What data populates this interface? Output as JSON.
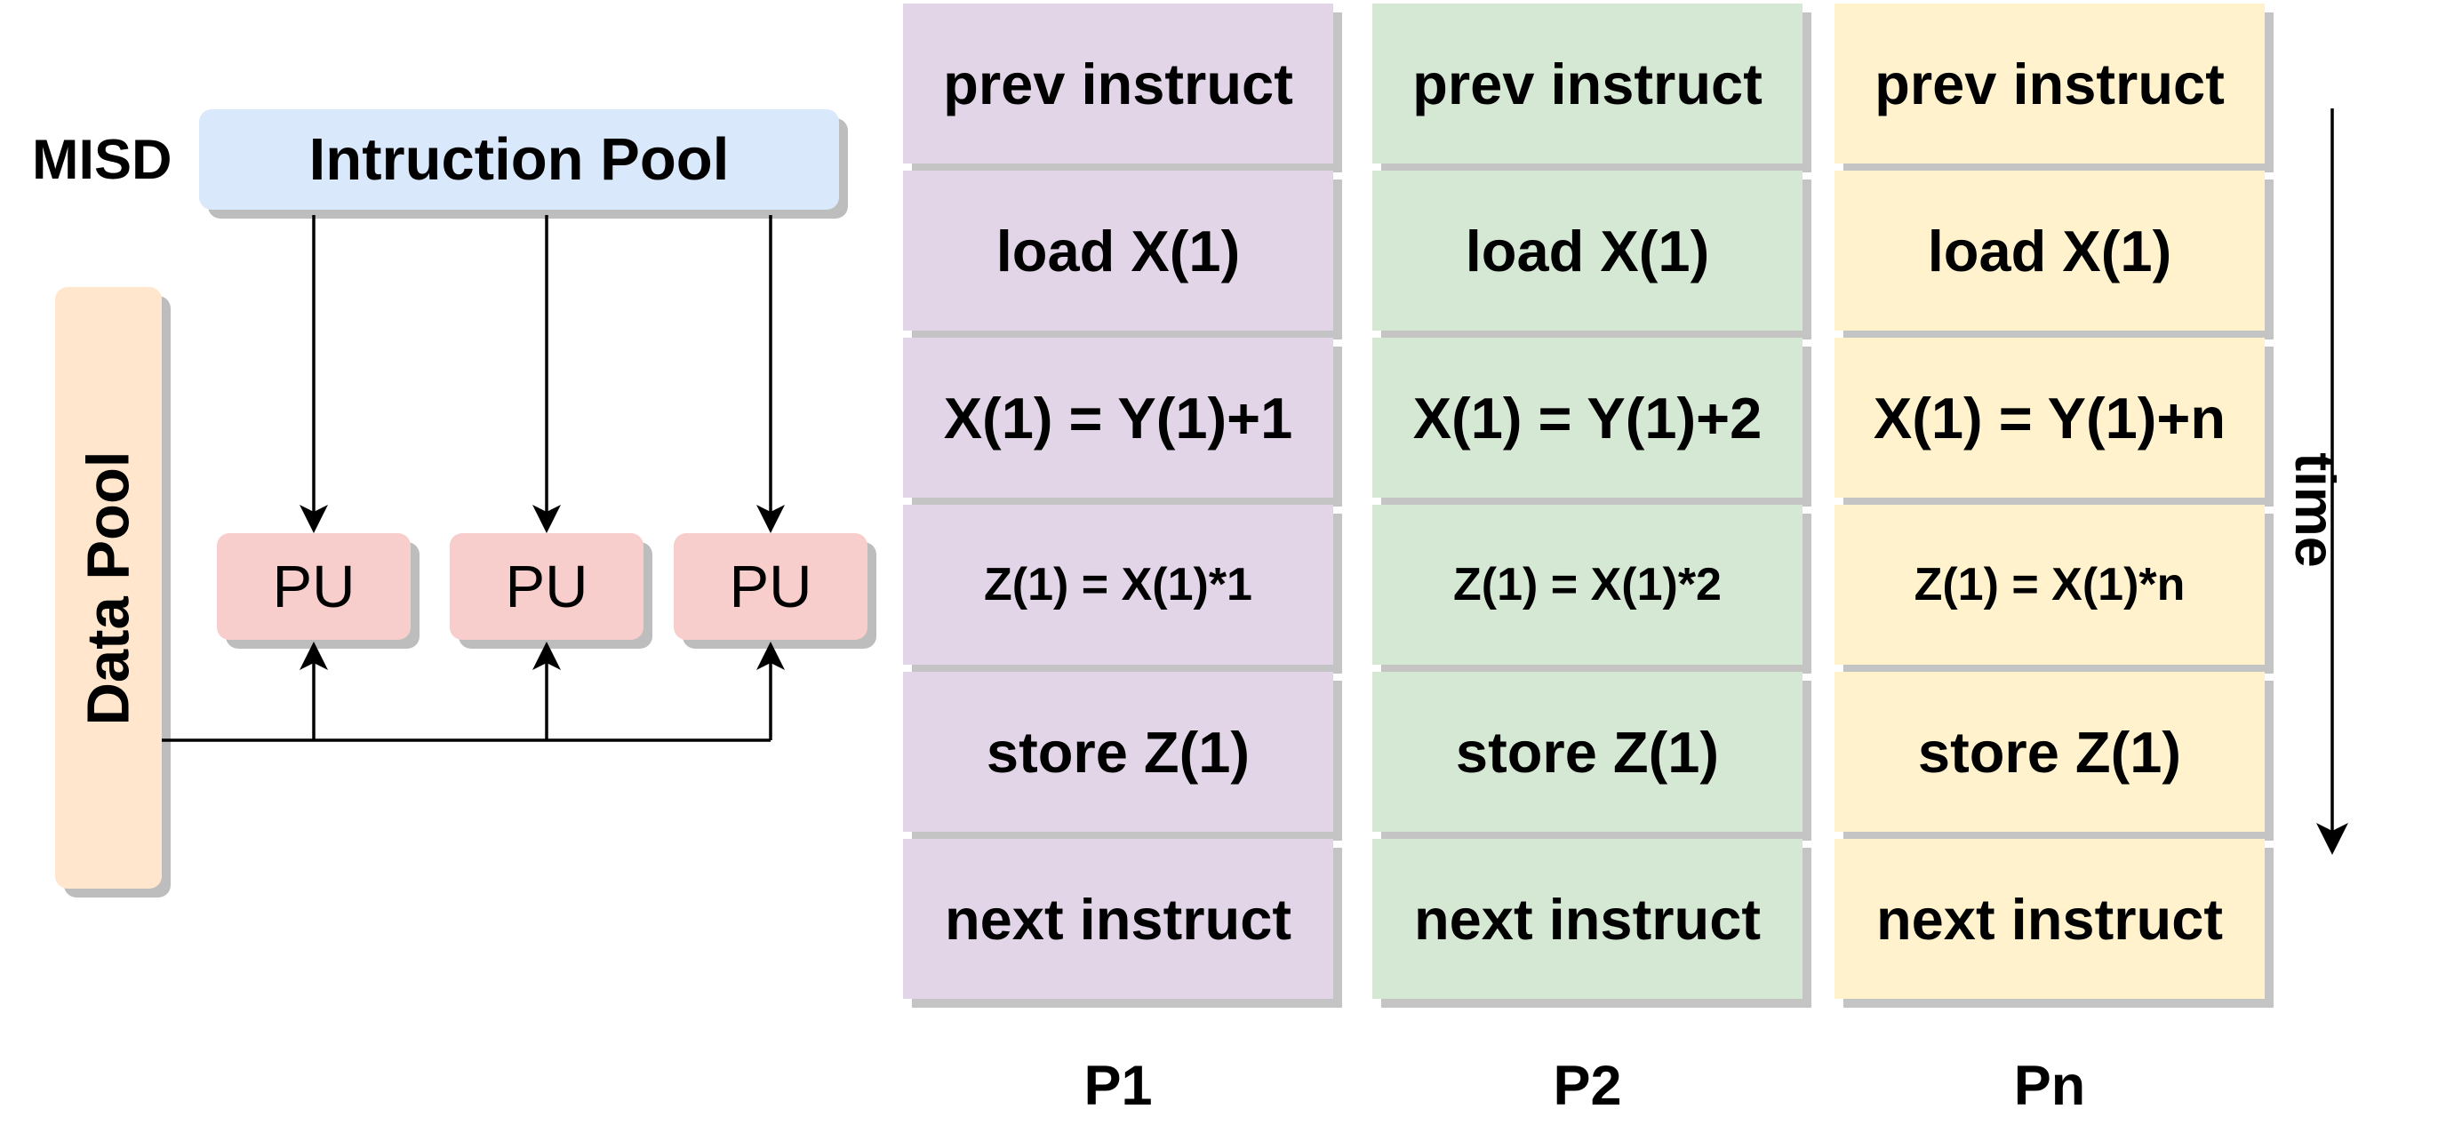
{
  "diagram": {
    "misd_label": "MISD",
    "instruction_pool": "Intruction Pool",
    "data_pool": "Data Pool",
    "processing_units": [
      "PU",
      "PU",
      "PU"
    ],
    "time_label": "time"
  },
  "columns": [
    {
      "label": "P1",
      "color": "#e1d5e7",
      "steps": [
        "prev instruct",
        "load X(1)",
        "X(1) = Y(1)+1",
        "Z(1) = X(1)*1",
        "store Z(1)",
        "next instruct"
      ]
    },
    {
      "label": "P2",
      "color": "#d5e8d4",
      "steps": [
        "prev instruct",
        "load X(1)",
        "X(1) = Y(1)+2",
        "Z(1) = X(1)*2",
        "store Z(1)",
        "next instruct"
      ]
    },
    {
      "label": "Pn",
      "color": "#fff2cc",
      "steps": [
        "prev instruct",
        "load X(1)",
        "X(1) = Y(1)+n",
        "Z(1) = X(1)*n",
        "store Z(1)",
        "next instruct"
      ]
    }
  ],
  "colors": {
    "instruction_pool": "#dae8fc",
    "data_pool": "#ffe6cc",
    "pu": "#f8cecc",
    "shadow": "#bdbdbd",
    "line": "#000000"
  }
}
